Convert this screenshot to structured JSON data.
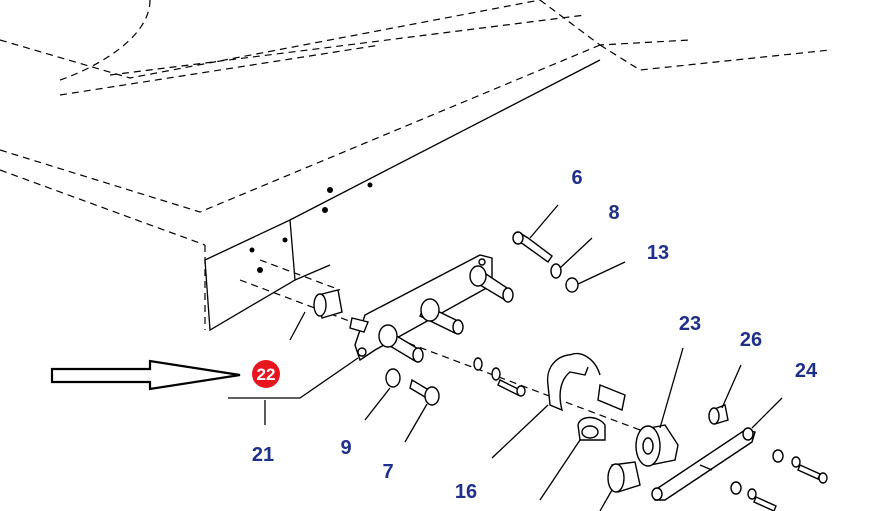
{
  "diagram": {
    "labels": {
      "p6": "6",
      "p8": "8",
      "p13": "13",
      "p23": "23",
      "p26": "26",
      "p24": "24",
      "p22": "22",
      "p21": "21",
      "p9": "9",
      "p7": "7",
      "p16": "16"
    },
    "colors": {
      "label": "#1e2f8c",
      "highlight": "#e8141e",
      "line": "#000000"
    },
    "icons": {
      "pointer": "hollow-arrow-right-icon"
    }
  }
}
